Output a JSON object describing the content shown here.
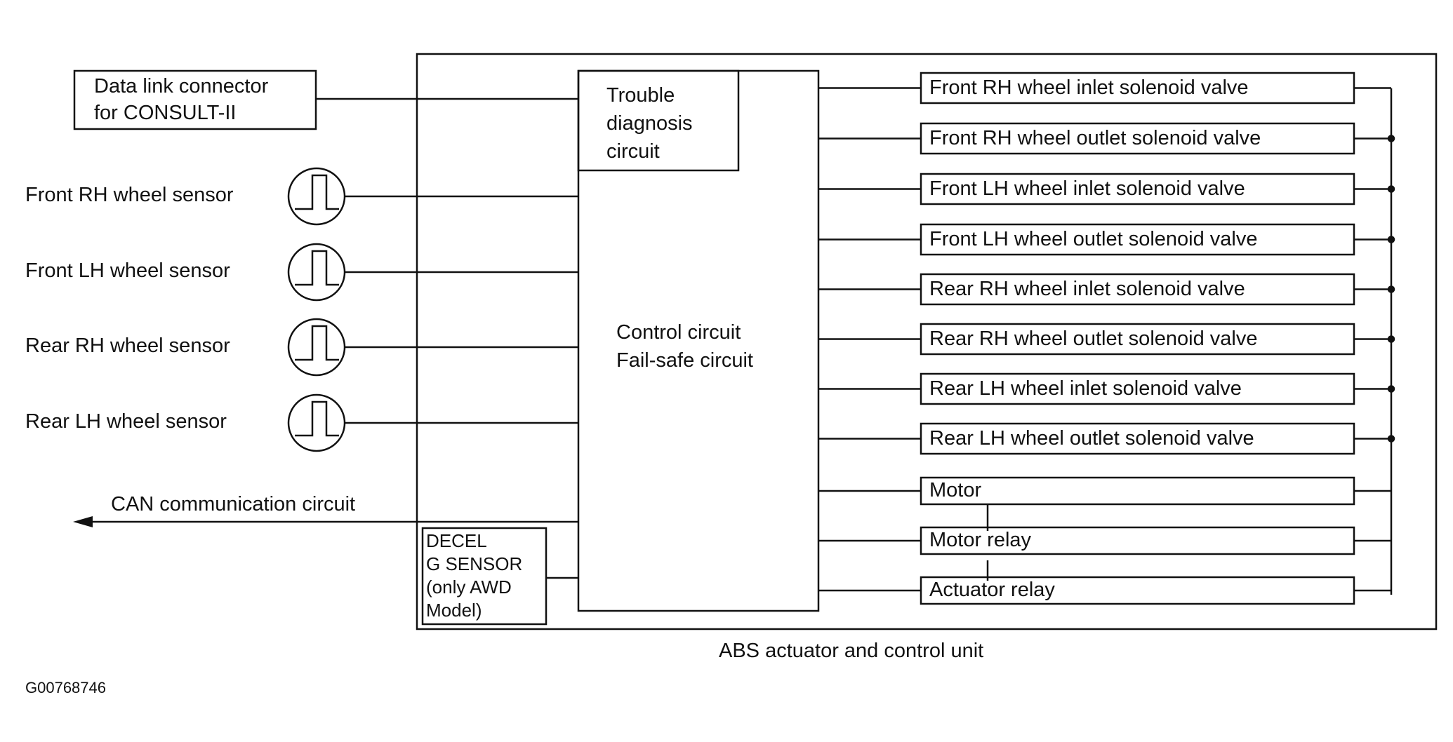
{
  "unit": {
    "caption": "ABS actuator and control unit",
    "figure_id": "G00768746"
  },
  "left": {
    "data_link": "Data link connector\nfor CONSULT-II",
    "sensors": [
      "Front RH wheel sensor",
      "Front LH wheel sensor",
      "Rear RH wheel sensor",
      "Rear LH wheel sensor"
    ],
    "can": "CAN communication circuit"
  },
  "inner": {
    "trouble": "Trouble\ndiagnosis\ncircuit",
    "control": "Control circuit\nFail-safe circuit",
    "decel": "DECEL\nG SENSOR\n(only AWD\nModel)"
  },
  "outputs": [
    "Front RH wheel inlet solenoid valve",
    "Front RH wheel outlet solenoid valve",
    "Front LH wheel inlet solenoid valve",
    "Front LH wheel outlet solenoid valve",
    "Rear RH wheel inlet solenoid valve",
    "Rear RH wheel outlet solenoid valve",
    "Rear LH wheel inlet solenoid valve",
    "Rear LH wheel outlet solenoid valve",
    "Motor",
    "Motor relay",
    "Actuator relay"
  ],
  "icons": {
    "sensor": "square-pulse-icon",
    "can_arrow": "left-arrow-icon"
  }
}
